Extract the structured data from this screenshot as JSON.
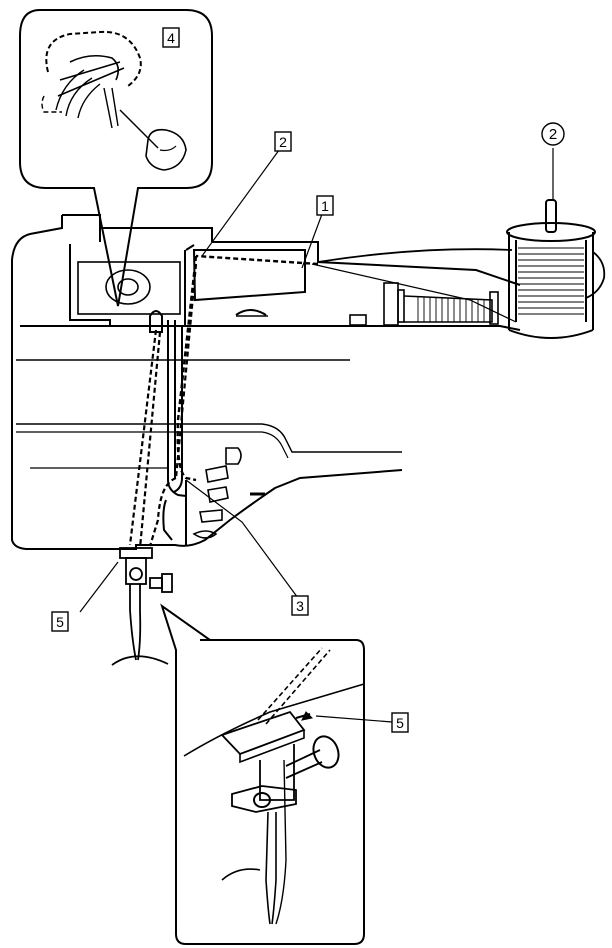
{
  "labels": {
    "step1": "1",
    "step2": "2",
    "step3": "3",
    "step4": "4",
    "step5": "5",
    "step5_detail": "5",
    "spool_pin": "2"
  },
  "colors": {
    "line": "#000000",
    "background": "#ffffff"
  }
}
